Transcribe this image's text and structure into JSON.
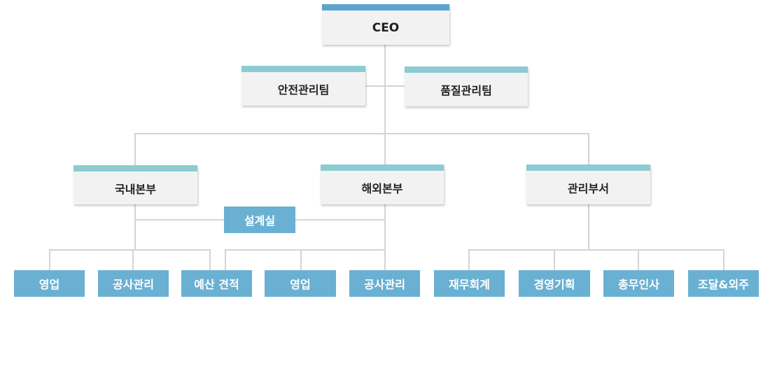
{
  "org": {
    "ceo": "CEO",
    "staff": [
      "안전관리팀",
      "품질관리팀"
    ],
    "divisions": [
      "국내본부",
      "해외본부",
      "관리부서"
    ],
    "design_office": "설계실",
    "units": [
      "영업",
      "공사관리",
      "예산 견적",
      "영업",
      "공사관리",
      "재무회계",
      "경영기획",
      "총무인사",
      "조달&외주"
    ]
  },
  "colors": {
    "ceo_bar": "#5ba4cf",
    "team_bar": "#8ccbd3",
    "unit_fill": "#6ab0d3",
    "box_fill": "#f2f2f2",
    "connector": "#d4d4d4"
  }
}
